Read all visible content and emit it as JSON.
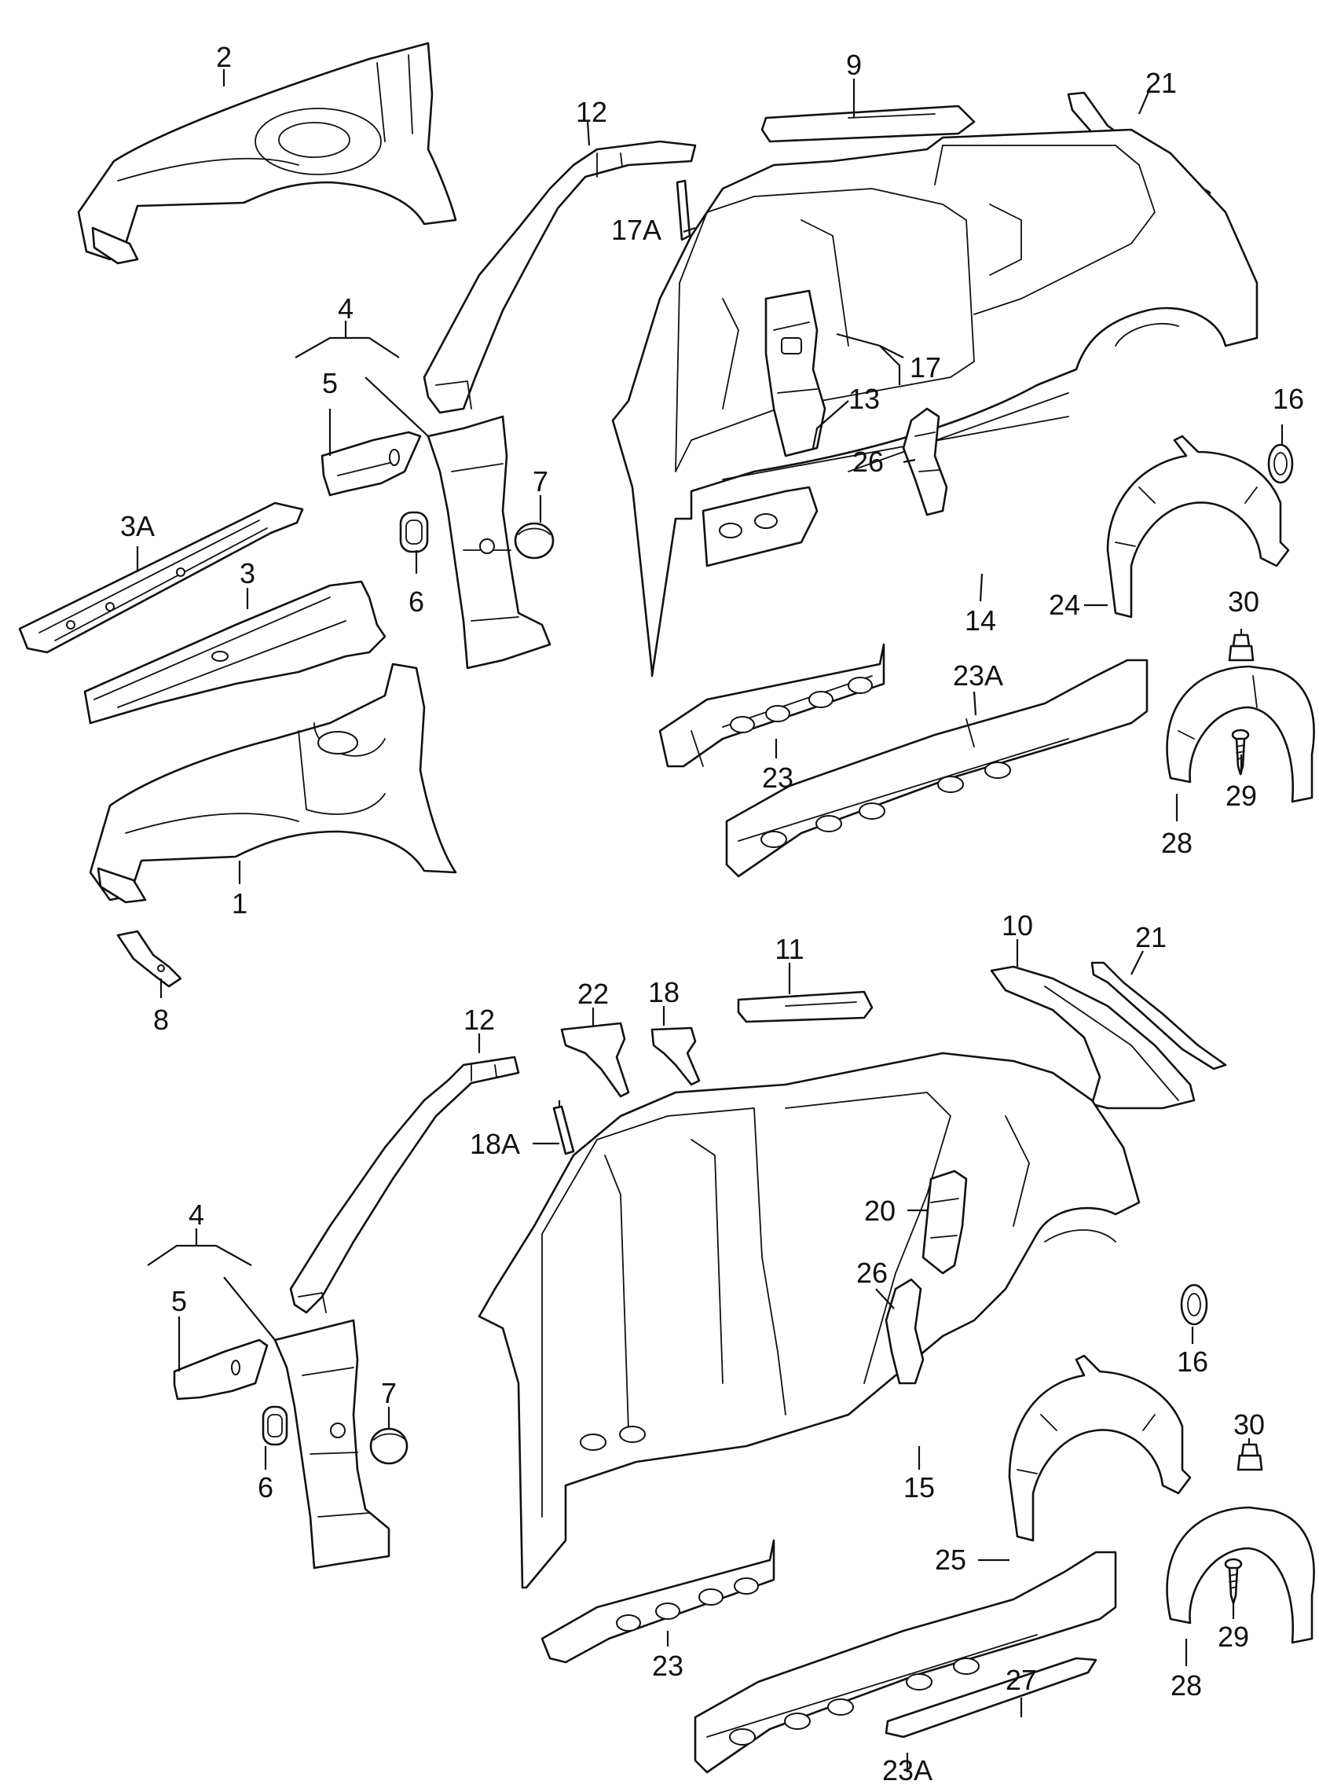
{
  "labels": {
    "l1": "1",
    "l2": "2",
    "l3": "3",
    "l3a": "3A",
    "l4": "4",
    "l5": "5",
    "l6": "6",
    "l7": "7",
    "l8": "8",
    "l9": "9",
    "l12": "12",
    "l13": "13",
    "l14": "14",
    "l16": "16",
    "l17": "17",
    "l17a": "17A",
    "l21": "21",
    "l23": "23",
    "l23a": "23A",
    "l24": "24",
    "l26": "26",
    "l28": "28",
    "l29": "29",
    "l30": "30",
    "b4": "4",
    "b5": "5",
    "b6": "6",
    "b7": "7",
    "b10": "10",
    "b11": "11",
    "b12": "12",
    "b15": "15",
    "b16": "16",
    "b18": "18",
    "b18a": "18A",
    "b20": "20",
    "b21": "21",
    "b22": "22",
    "b23": "23",
    "b23a": "23A",
    "b25": "25",
    "b26": "26",
    "b27": "27",
    "b28": "28",
    "b29": "29",
    "b30": "30"
  }
}
